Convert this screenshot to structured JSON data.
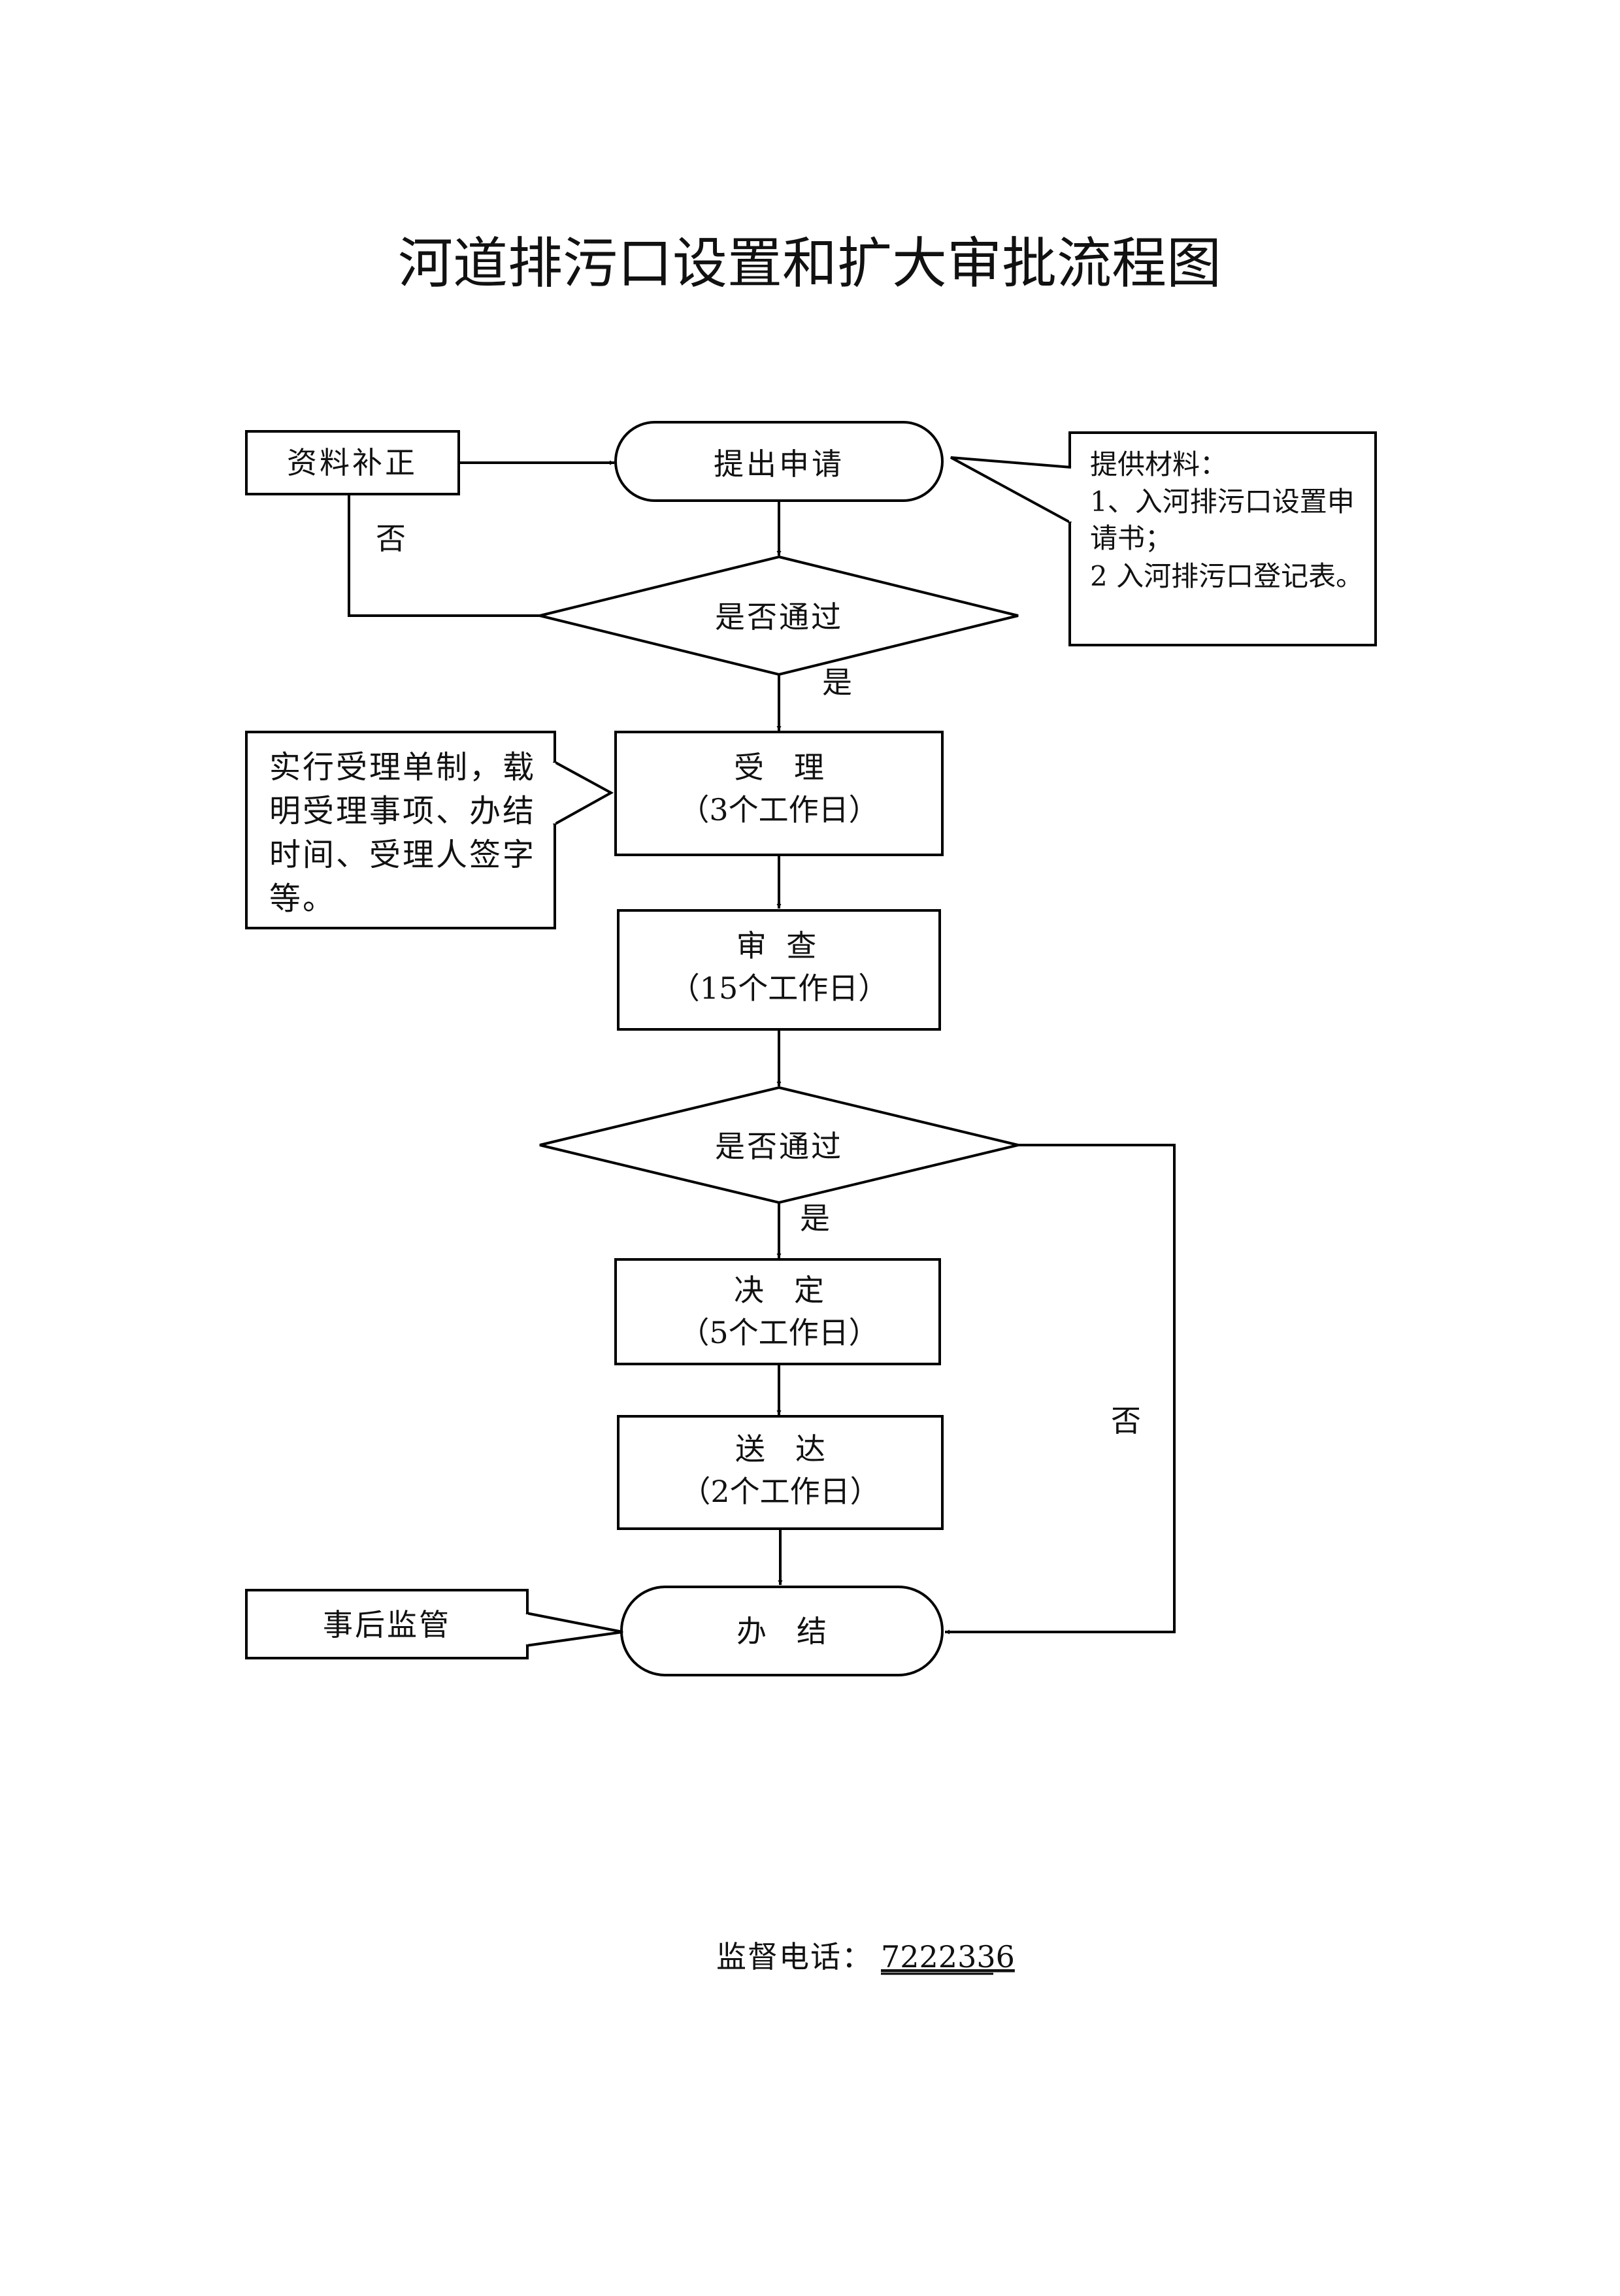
{
  "title": "河道排污口设置和扩大审批流程图",
  "nodes": {
    "supplement": "资料补正",
    "apply": "提出申请",
    "decision1": "是否通过",
    "accept": {
      "line1": "受　理",
      "line2": "（3个工作日）"
    },
    "review": {
      "line1": "审 查",
      "line2": "（15个工作日）"
    },
    "decision2": "是否通过",
    "decide": {
      "line1": "决　定",
      "line2": "（5个工作日）"
    },
    "deliver": {
      "line1": "送　达",
      "line2": "（2个工作日）"
    },
    "finish": "办　结",
    "supervise": "事后监管"
  },
  "materials_note": {
    "lines": [
      "提供材料：",
      "1、入河排污口设置申",
      "请书；",
      "2 入河排污口登记表。"
    ]
  },
  "accept_note": {
    "lines": [
      "实行受理单制，载",
      "明受理事项、办结",
      "时间、受理人签字",
      "等。"
    ]
  },
  "edge_labels": {
    "no1": "否",
    "yes1": "是",
    "yes2": "是",
    "no2": "否"
  },
  "footer": {
    "label": "监督电话：",
    "phone": "7222336"
  }
}
